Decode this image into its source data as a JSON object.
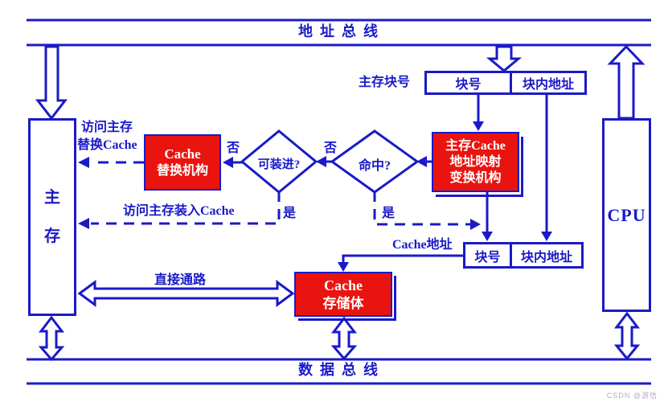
{
  "colors": {
    "blue": "#1a1ac8",
    "red": "#e9140f",
    "white": "#ffffff"
  },
  "buses": {
    "address": "地址总线",
    "data": "数据总线"
  },
  "blocks": {
    "main_memory": {
      "char1": "主",
      "char2": "存"
    },
    "cpu": "CPU",
    "replace_unit": {
      "line1": "Cache",
      "line2": "替换机构"
    },
    "mapping_unit": {
      "line1": "主存Cache",
      "line2": "地址映射",
      "line3": "变换机构"
    },
    "cache_store": {
      "line1": "Cache",
      "line2": "存储体"
    }
  },
  "fields": {
    "main": {
      "label": "主存块号",
      "block_no": "块号",
      "offset": "块内地址"
    },
    "cache": {
      "label": "Cache地址",
      "block_no": "块号",
      "offset": "块内地址"
    }
  },
  "decisions": {
    "loadable": {
      "text": "可装进?",
      "no": "否",
      "yes": "是"
    },
    "hit": {
      "text": "命中?",
      "no": "否",
      "yes": "是"
    }
  },
  "labels": {
    "access_replace_1": "访问主存",
    "access_replace_2": "替换Cache",
    "access_load": "访问主存装入Cache",
    "direct_path": "直接通路"
  },
  "watermark": "CSDN @游信"
}
